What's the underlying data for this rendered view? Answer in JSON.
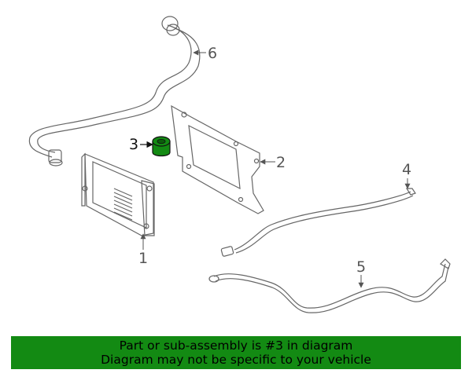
{
  "callouts": {
    "c1": "1",
    "c2": "2",
    "c3": "3",
    "c4": "4",
    "c5": "5",
    "c6": "6"
  },
  "highlight": {
    "part_number": "3",
    "color": "#138a13"
  },
  "banner": {
    "line1": "Part or sub-assembly is #3 in diagram",
    "line2": "Diagram may not be specific to your vehicle"
  },
  "colors": {
    "line_art": "#666666",
    "banner_bg": "#138a13"
  }
}
